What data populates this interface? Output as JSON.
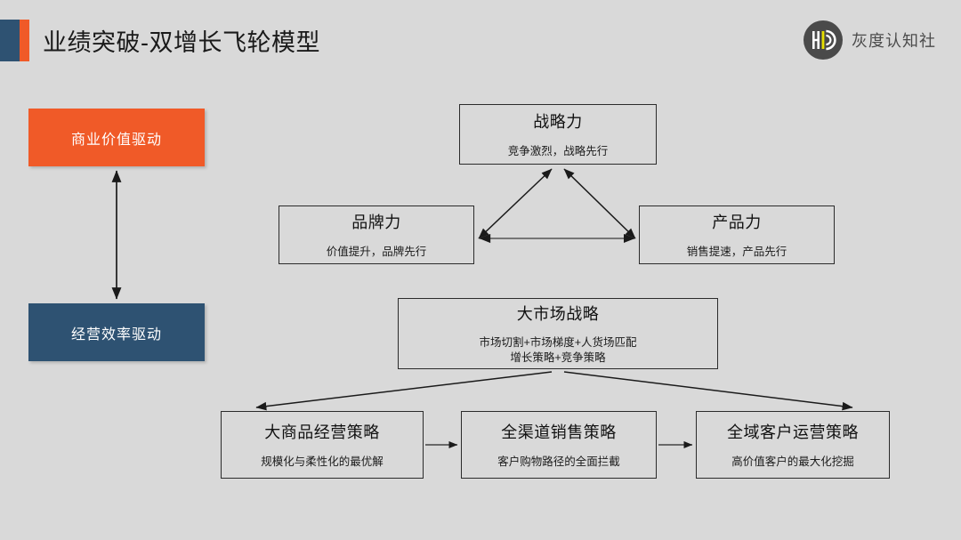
{
  "header": {
    "title": "业绩突破-双增长飞轮模型",
    "accent_blue": "#2e5272",
    "accent_orange": "#f05a28",
    "logo_text": "灰度认知社",
    "logo_icon": "hd-monogram-circle-logo"
  },
  "background": "#d9d9d9",
  "drivers": [
    {
      "label": "商业价值驱动",
      "color": "#f05a28"
    },
    {
      "label": "经营效率驱动",
      "color": "#2e5272"
    }
  ],
  "driver_connector": "double-headed-vertical-arrow",
  "flywheel": {
    "top": {
      "title": "战略力",
      "subtitle": "竞争激烈，战略先行"
    },
    "left": {
      "title": "品牌力",
      "subtitle": "价值提升，品牌先行"
    },
    "right": {
      "title": "产品力",
      "subtitle": "销售提速，产品先行"
    }
  },
  "strategy": {
    "title": "大市场战略",
    "line1": "市场切割+市场梯度+人货场匹配",
    "line2": "增长策略+竞争策略"
  },
  "tactics": [
    {
      "title": "大商品经营策略",
      "subtitle": "规模化与柔性化的最优解"
    },
    {
      "title": "全渠道销售策略",
      "subtitle": "客户购物路径的全面拦截"
    },
    {
      "title": "全域客户运营策略",
      "subtitle": "高价值客户的最大化挖掘"
    }
  ]
}
